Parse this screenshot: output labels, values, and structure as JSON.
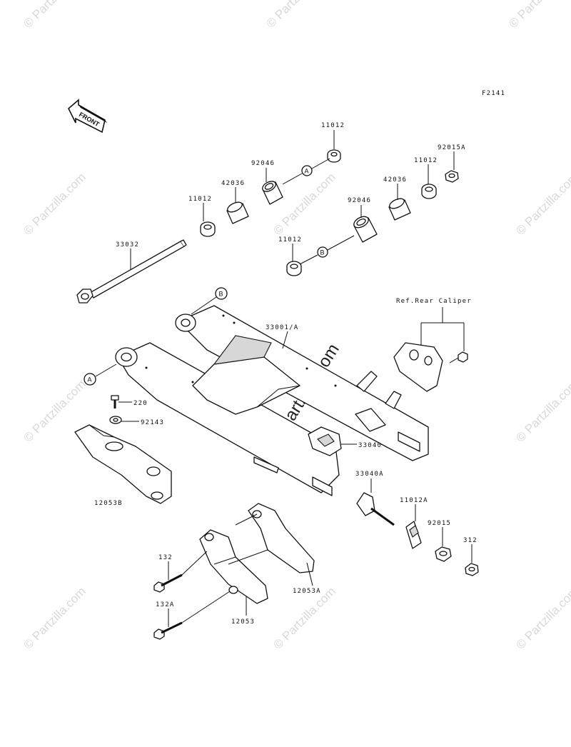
{
  "diagram": {
    "figure_code": "F2141",
    "front_label": "FRONT",
    "reference_note": "Ref.Rear Caliper",
    "watermark_text": "© Partzilla.com",
    "callouts": [
      "A",
      "B"
    ],
    "parts": {
      "p11012_top": "11012",
      "p92046_top": "92046",
      "p42036_left": "42036",
      "p11012_left": "11012",
      "p42036_right": "42036",
      "p11012_right": "11012",
      "p92015A": "92015A",
      "p92046_mid": "92046",
      "p11012_mid": "11012",
      "p33032": "33032",
      "p33001A": "33001/A",
      "p220": "220",
      "p92143": "92143",
      "p12053B": "12053B",
      "p33040": "33040",
      "p33040A": "33040A",
      "p11012A": "11012A",
      "p92015": "92015",
      "p312": "312",
      "p132": "132",
      "p132A": "132A",
      "p12053": "12053",
      "p12053A": "12053A"
    }
  }
}
